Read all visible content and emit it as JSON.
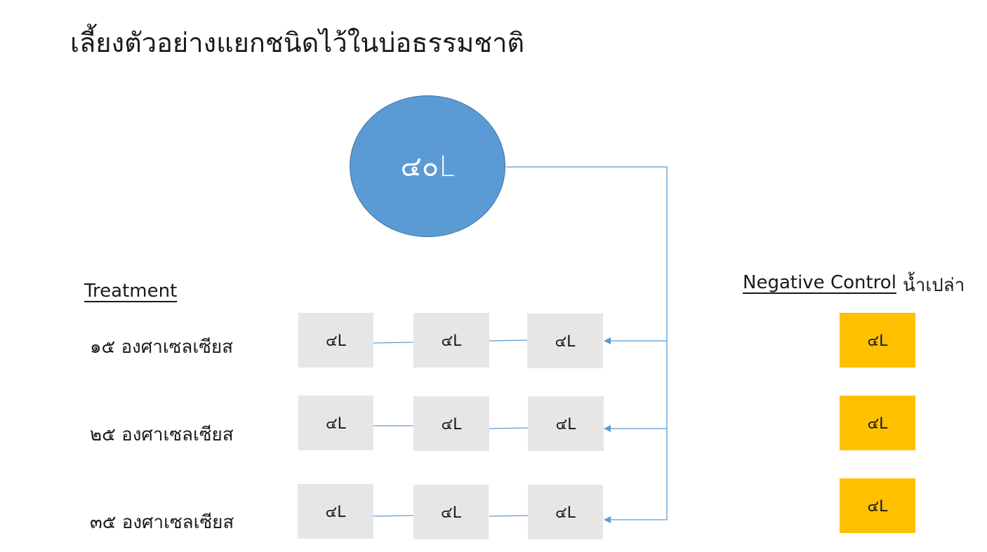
{
  "title": "เลี้ยงตัวอย่างแยกชนิดไว้ในบ่อธรรมชาติ",
  "source": {
    "label": "๔๐L"
  },
  "treatment": {
    "heading": "Treatment",
    "rows": [
      {
        "label": "๑๕ องศาเซลเซียส",
        "tanks": [
          "๔L",
          "๔L",
          "๔L"
        ]
      },
      {
        "label": "๒๕ องศาเซลเซียส",
        "tanks": [
          "๔L",
          "๔L",
          "๔L"
        ]
      },
      {
        "label": "๓๕ องศาเซลเซียส",
        "tanks": [
          "๔L",
          "๔L",
          "๔L"
        ]
      }
    ]
  },
  "negative_control": {
    "heading": "Negative Control",
    "note": "น้ำเปล่า",
    "tanks": [
      "๔L",
      "๔L",
      "๔L"
    ]
  },
  "colors": {
    "source_fill": "#5b9bd5",
    "connector": "#5b9bd5",
    "treatment_tank": "#e6e6e6",
    "control_tank": "#ffc000"
  }
}
